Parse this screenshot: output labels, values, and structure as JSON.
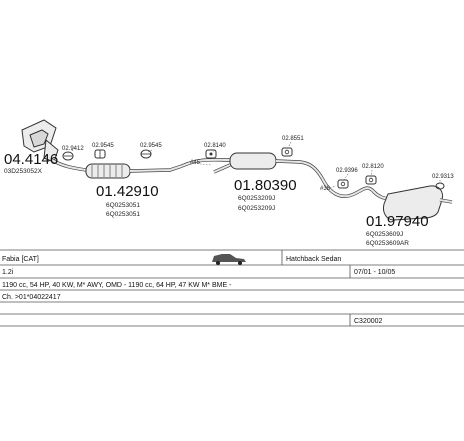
{
  "parts": {
    "catalyst": {
      "number": "04.4146",
      "oe": "03D253052X"
    },
    "small_ids": {
      "clamp_a": "02.9412",
      "clamp_b": "02.9545",
      "clamp_c": "02.9545",
      "clamp_d": "02.8140",
      "hanger_a": "02.8551",
      "hanger_b": "02.9396",
      "hanger_c": "02.8120",
      "tip": "02.9313",
      "clamp_e": "#45",
      "clamp_f": "#38"
    },
    "front_pipe": {
      "number": "01.42910",
      "oe_lines": [
        "6Q0253051",
        "6Q0253051"
      ]
    },
    "middle_silencer": {
      "number": "01.80390",
      "oe_lines": [
        "6Q0253209J",
        "6Q0253209J"
      ]
    },
    "rear_silencer": {
      "number": "01.97940",
      "oe_lines": [
        "6Q0253609J",
        "6Q0253609AR"
      ]
    }
  },
  "table": {
    "model": "Fabia  [CAT]",
    "body_type": "Hatchback Sedan",
    "engine": "1.2i",
    "years": "07/01 - 10/05",
    "spec": "1190 cc, 54 HP, 40 KW, M* AWY, OMD - 1190 cc, 64 HP, 47 KW M* BME -",
    "chassis_note": "Ch. >01*04022417",
    "code": "C320002"
  }
}
